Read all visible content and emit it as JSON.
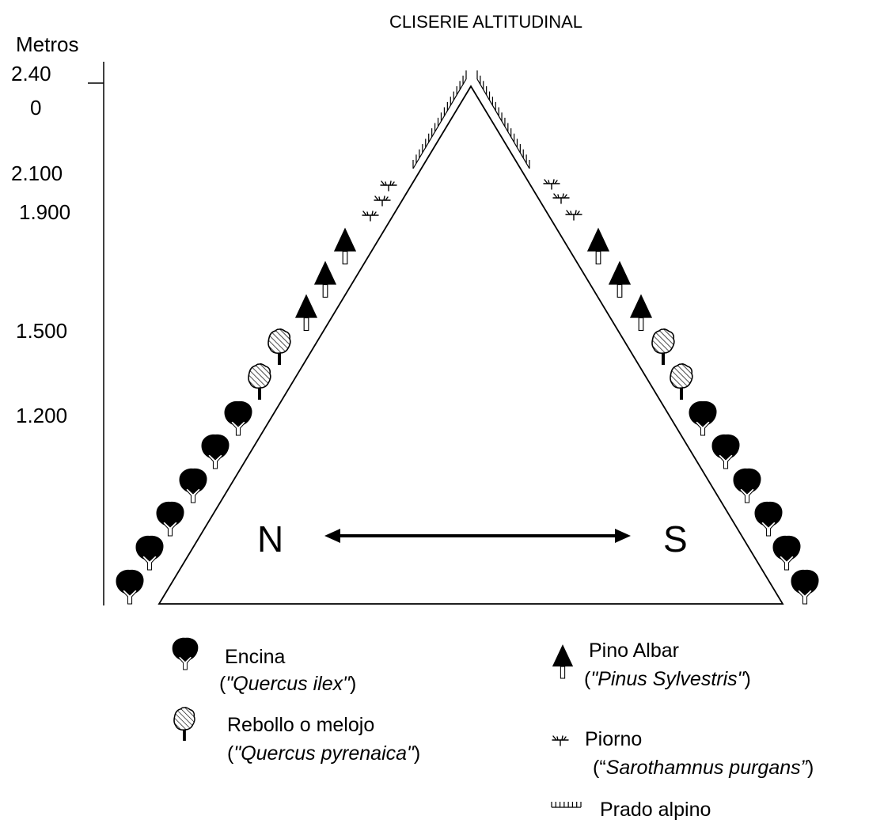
{
  "title": "CLISERIE ALTITUDINAL",
  "axis": {
    "unit_label": "Metros",
    "ticks": [
      "2.40",
      "0",
      "2.100",
      "1.900",
      "1.500",
      "1.200"
    ]
  },
  "orientation": {
    "north": "N",
    "south": "S"
  },
  "colors": {
    "ink": "#000000",
    "background": "#ffffff"
  },
  "legend": {
    "encina": {
      "name": "Encina",
      "paren_open": "(",
      "species": "\"Quercus ilex\"",
      "paren_close": ")",
      "icon": "encina-tree-icon"
    },
    "rebollo": {
      "name": "Rebollo o melojo",
      "paren_open": "(",
      "species": "\"Quercus pyrenaica\"",
      "paren_close": ")",
      "icon": "rebollo-tree-icon"
    },
    "pino": {
      "name": "Pino Albar",
      "paren_open": "(",
      "species": "\"Pinus Sylvestris\"",
      "paren_close": ")",
      "icon": "pino-tree-icon"
    },
    "piorno": {
      "name": "Piorno",
      "paren_open": "(“",
      "species": "Sarothamnus purgans”",
      "paren_close": ")",
      "icon": "piorno-shrub-icon"
    },
    "prado": {
      "name": "Prado alpino",
      "icon": "prado-grass-icon"
    }
  }
}
